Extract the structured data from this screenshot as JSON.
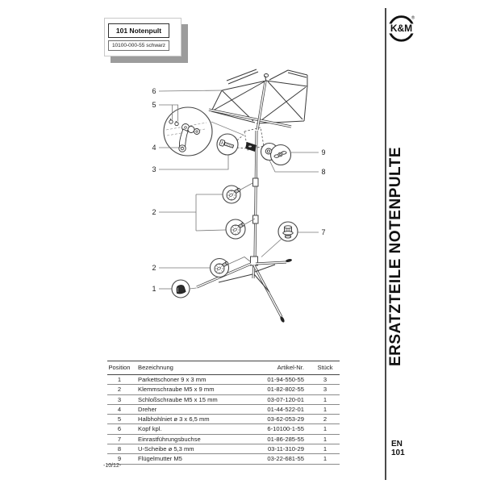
{
  "product_box": {
    "model": "101 Notenpult",
    "article": "10100-000-55 schwarz"
  },
  "brand": {
    "name": "K&M",
    "registered": "®"
  },
  "sidebar": {
    "title": "ERSATZTEILE NOTENPULTE",
    "lang_code": "EN",
    "page_number": "101"
  },
  "footer": {
    "revision": "-10/12-"
  },
  "diagram": {
    "callouts": [
      "6",
      "5",
      "4",
      "3",
      "2",
      "2",
      "1",
      "9",
      "8",
      "7"
    ]
  },
  "table": {
    "headers": [
      "Position",
      "Bezeichnung",
      "Artikel-Nr.",
      "Stück"
    ],
    "rows": [
      [
        "1",
        "Parkettschoner 9 x 3 mm",
        "01-94-550-55",
        "3"
      ],
      [
        "2",
        "Klemmschraube M5 x 9 mm",
        "01-82-802-55",
        "3"
      ],
      [
        "3",
        "Schloßschraube M5 x 15 mm",
        "03-07-120-01",
        "1"
      ],
      [
        "4",
        "Dreher",
        "01-44-522-01",
        "1"
      ],
      [
        "5",
        "Halbhohlniet ø 3 x 6,5 mm",
        "03-62-053-29",
        "2"
      ],
      [
        "6",
        "Kopf kpl.",
        "6-10100-1-55",
        "1"
      ],
      [
        "7",
        "Einrastführungsbuchse",
        "01-86-285-55",
        "1"
      ],
      [
        "8",
        "U-Scheibe ø 5,3 mm",
        "03-11-310-29",
        "1"
      ],
      [
        "9",
        "Flügelmutter M5",
        "03-22-681-55",
        "1"
      ]
    ]
  },
  "colors": {
    "line": "#3a3a3a",
    "leader": "#777777",
    "shadow": "#9c9c9c",
    "accent_ink": "#101010"
  }
}
